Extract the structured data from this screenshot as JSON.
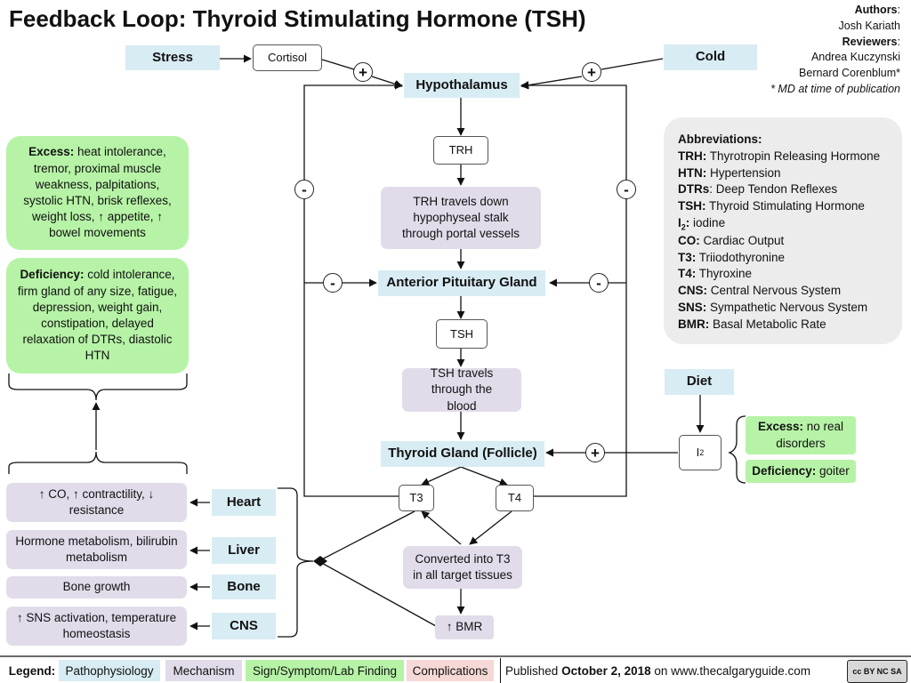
{
  "title": "Feedback Loop: Thyroid Stimulating Hormone (TSH)",
  "authors": {
    "authors_label": "Authors",
    "author_name": "Josh Kariath",
    "reviewers_label": "Reviewers",
    "reviewer_1": "Andrea Kuczynski",
    "reviewer_2": "Bernard Corenblum*",
    "footnote": "* MD at time of publication"
  },
  "top": {
    "stress": "Stress",
    "cortisol": "Cortisol",
    "cold": "Cold"
  },
  "pathway": {
    "hypothalamus": "Hypothalamus",
    "trh": "TRH",
    "trh_travel": "TRH travels down hypophyseal stalk through portal vessels",
    "anterior_pituitary": "Anterior Pituitary Gland",
    "tsh": "TSH",
    "tsh_travel": "TSH travels through the blood",
    "thyroid": "Thyroid Gland (Follicle)",
    "t3": "T3",
    "t4": "T4",
    "converted": "Converted into T3 in all target tissues",
    "bmr": "↑ BMR"
  },
  "signs": {
    "plus": "+",
    "minus": "-"
  },
  "excess": {
    "label": "Excess:",
    "text": "heat intolerance, tremor, proximal muscle weakness, palpitations, systolic HTN, brisk reflexes, weight loss, ↑ appetite, ↑ bowel movements"
  },
  "deficiency": {
    "label": "Deficiency:",
    "text": "cold intolerance, firm gland of any size, fatigue, depression, weight gain, constipation, delayed relaxation of DTRs, diastolic HTN"
  },
  "organs": [
    {
      "name": "Heart",
      "effect": "↑ CO, ↑ contractility, ↓ resistance"
    },
    {
      "name": "Liver",
      "effect": "Hormone metabolism, bilirubin metabolism"
    },
    {
      "name": "Bone",
      "effect": "Bone growth"
    },
    {
      "name": "CNS",
      "effect": "↑ SNS activation, temperature homeostasis"
    }
  ],
  "abbreviations": {
    "heading": "Abbreviations:",
    "items": [
      {
        "abbr": "TRH:",
        "full": "Thyrotropin Releasing Hormone"
      },
      {
        "abbr": "HTN:",
        "full": "Hypertension"
      },
      {
        "abbr": "DTRs",
        "full": ": Deep Tendon Reflexes"
      },
      {
        "abbr": "TSH:",
        "full": "Thyroid Stimulating Hormone"
      },
      {
        "abbr": "I",
        "sub": "2",
        "colon": ":",
        "full": "iodine"
      },
      {
        "abbr": "CO:",
        "full": "Cardiac Output"
      },
      {
        "abbr": "T3:",
        "full": "Triiodothyronine"
      },
      {
        "abbr": "T4:",
        "full": "Thyroxine"
      },
      {
        "abbr": "CNS:",
        "full": "Central Nervous System"
      },
      {
        "abbr": "SNS:",
        "full": "Sympathetic Nervous System"
      },
      {
        "abbr": "BMR:",
        "full": "Basal Metabolic Rate"
      }
    ]
  },
  "diet": {
    "label": "Diet",
    "iodine": "I",
    "iodine_sub": "2",
    "excess_label": "Excess:",
    "excess_text": "no real disorders",
    "deficiency_label": "Deficiency:",
    "deficiency_text": "goiter"
  },
  "legend": {
    "label": "Legend:",
    "items": [
      {
        "text": "Pathophysiology",
        "color": "#d8ecf3"
      },
      {
        "text": "Mechanism",
        "color": "#e2dcea"
      },
      {
        "text": "Sign/Symptom/Lab Finding",
        "color": "#b6f3a6"
      },
      {
        "text": "Complications",
        "color": "#f6d9d6"
      }
    ],
    "published_prefix": "Published ",
    "published_date": "October 2, 2018",
    "published_suffix": " on www.thecalgaryguide.com",
    "license_text": "cc BY NC SA"
  }
}
